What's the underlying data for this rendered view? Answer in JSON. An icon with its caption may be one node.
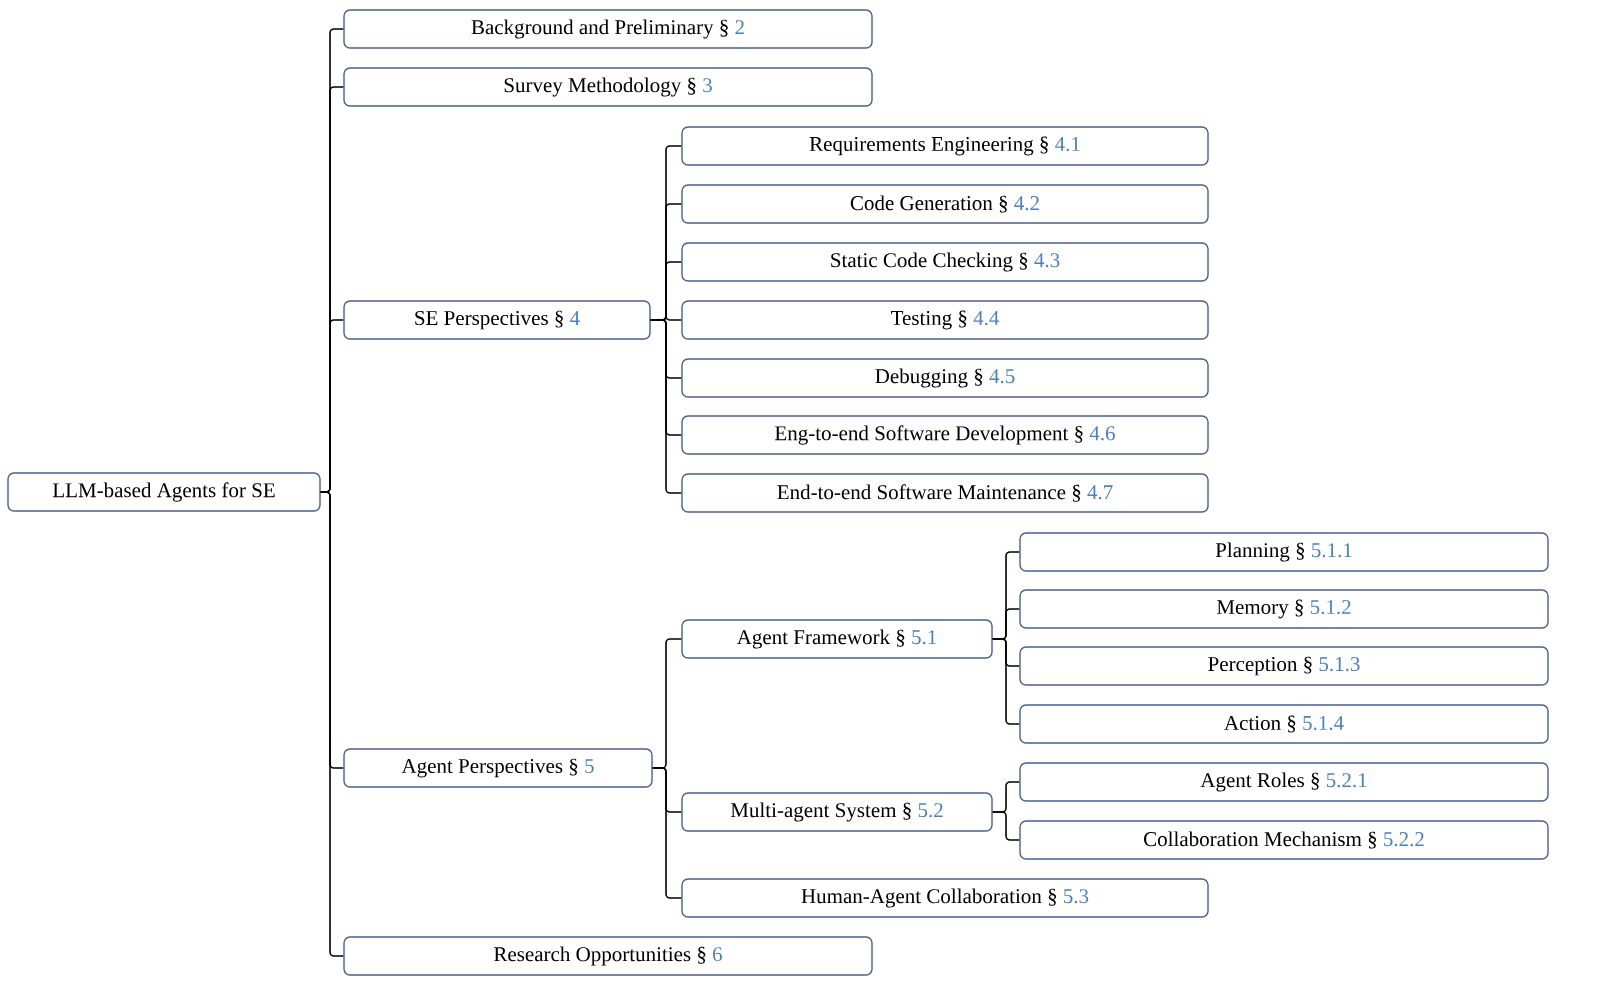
{
  "diagram": {
    "nodes": [
      {
        "text": [
          "LLM-based Agents for SE"
        ]
      },
      {
        "text": [
          "Background and Preliminary §",
          "2"
        ]
      },
      {
        "text": [
          "Survey Methodology §",
          "3"
        ]
      },
      {
        "text": [
          "SE Perspectives §",
          "4"
        ]
      },
      {
        "text": [
          "Requirements Engineering §",
          "4.1"
        ]
      },
      {
        "text": [
          "Code Generation §",
          "4.2"
        ]
      },
      {
        "text": [
          "Static Code Checking §",
          "4.3"
        ]
      },
      {
        "text": [
          "Testing §",
          "4.4"
        ]
      },
      {
        "text": [
          "Debugging §",
          "4.5"
        ]
      },
      {
        "text": [
          "Eng-to-end Software Development §",
          "4.6"
        ]
      },
      {
        "text": [
          "End-to-end Software Maintenance §",
          "4.7"
        ]
      },
      {
        "text": [
          "Agent Perspectives §",
          "5"
        ]
      },
      {
        "text": [
          "Agent Framework §",
          "5.1"
        ]
      },
      {
        "text": [
          "Planning §",
          "5.1.1"
        ]
      },
      {
        "text": [
          "Memory §",
          "5.1.2"
        ]
      },
      {
        "text": [
          "Perception §",
          "5.1.3"
        ]
      },
      {
        "text": [
          "Action §",
          "5.1.4"
        ]
      },
      {
        "text": [
          "Multi-agent System §",
          "5.2"
        ]
      },
      {
        "text": [
          "Agent Roles §",
          "5.2.1"
        ]
      },
      {
        "text": [
          "Collaboration Mechanism §",
          "5.2.2"
        ]
      },
      {
        "text": [
          "Human-Agent Collaboration §",
          "5.3"
        ]
      },
      {
        "text": [
          "Research Opportunities §",
          "6"
        ]
      }
    ],
    "edges": [
      {
        "from": 0,
        "to": 1,
        "arrow": "none"
      },
      {
        "from": 0,
        "to": 2,
        "arrow": "none"
      },
      {
        "from": 0,
        "to": 3,
        "arrow": "none"
      },
      {
        "from": 3,
        "to": 4,
        "arrow": "none"
      },
      {
        "from": 3,
        "to": 5,
        "arrow": "none"
      },
      {
        "from": 3,
        "to": 6,
        "arrow": "none"
      },
      {
        "from": 3,
        "to": 7,
        "arrow": "none"
      },
      {
        "from": 3,
        "to": 8,
        "arrow": "none"
      },
      {
        "from": 3,
        "to": 9,
        "arrow": "none"
      },
      {
        "from": 3,
        "to": 10,
        "arrow": "none"
      },
      {
        "from": 0,
        "to": 11,
        "arrow": "none"
      },
      {
        "from": 11,
        "to": 12,
        "arrow": "none"
      },
      {
        "from": 12,
        "to": 13,
        "arrow": "none"
      },
      {
        "from": 12,
        "to": 14,
        "arrow": "none"
      },
      {
        "from": 12,
        "to": 15,
        "arrow": "none"
      },
      {
        "from": 12,
        "to": 16,
        "arrow": "none"
      },
      {
        "from": 11,
        "to": 17,
        "arrow": "none"
      },
      {
        "from": 17,
        "to": 18,
        "arrow": "none"
      },
      {
        "from": 17,
        "to": 19,
        "arrow": "none"
      },
      {
        "from": 11,
        "to": 20,
        "arrow": "none"
      },
      {
        "from": 0,
        "to": 21,
        "arrow": "none"
      }
    ]
  }
}
